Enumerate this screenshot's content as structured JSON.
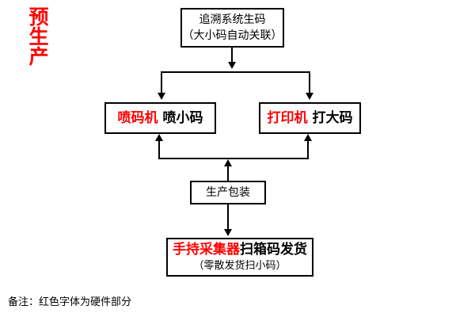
{
  "diagram": {
    "section_title": "预生产",
    "footnote": "备注：红色字体为硬件部分",
    "nodes": {
      "origin": {
        "line1": "追溯系统生码",
        "line2": "（大小码自动关联）"
      },
      "inkjet": {
        "hardware": "喷码机",
        "action": " 喷小码"
      },
      "printer": {
        "hardware": "打印机",
        "action": " 打大码"
      },
      "packaging": {
        "line1": "生产包装"
      },
      "shipping": {
        "hardware": "手持采集器",
        "action": "扫箱码发货",
        "line2": "（零散发货扫小码）"
      }
    },
    "colors": {
      "hardware_red": "#ff0000",
      "text_black": "#000000",
      "background": "#ffffff",
      "border": "#000000"
    }
  }
}
